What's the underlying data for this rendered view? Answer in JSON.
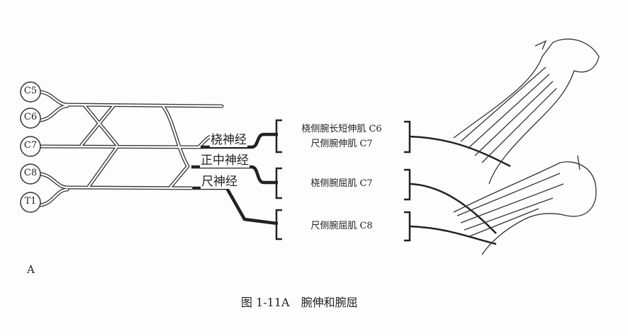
{
  "roots": [
    "C5",
    "C6",
    "C7",
    "C8",
    "T1"
  ],
  "nerves": {
    "radial": "桡神经",
    "median": "正中神经",
    "ulnar": "尺神经"
  },
  "muscles": [
    {
      "lines": [
        "桡侧腕长短伸肌 C6",
        "尺侧腕伸肌 C7"
      ]
    },
    {
      "lines": [
        "桡侧腕屈肌 C7"
      ]
    },
    {
      "lines": [
        "尺侧腕屈肌 C8"
      ]
    }
  ],
  "panel_label": "A",
  "caption": "图 1-11A　腕伸和腕屈"
}
